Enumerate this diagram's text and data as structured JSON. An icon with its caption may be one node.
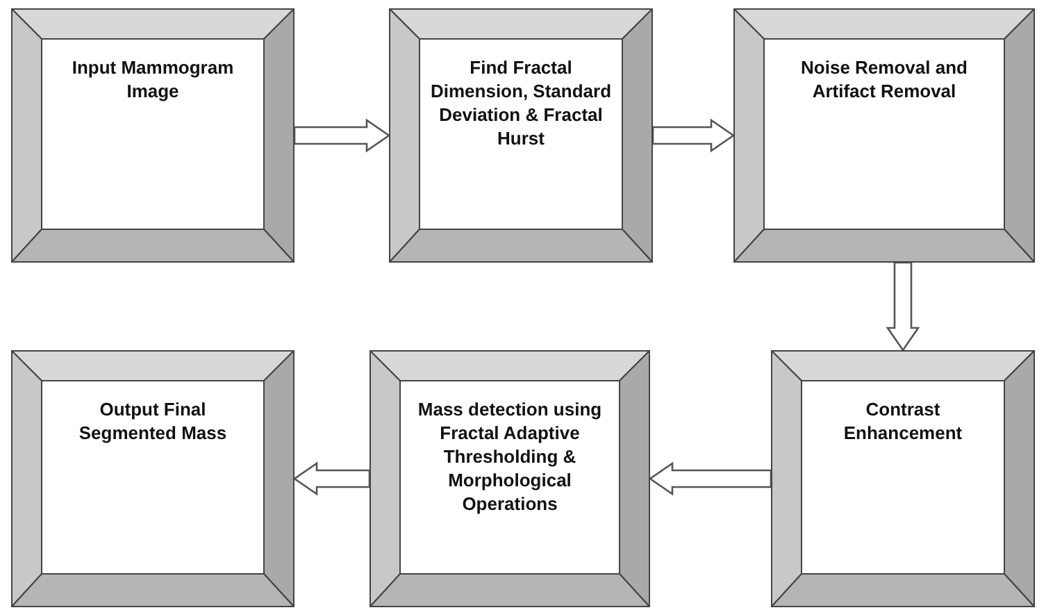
{
  "diagram": {
    "nodes": [
      {
        "text": [
          "Input Mammogram Image"
        ]
      },
      {
        "text": [
          "Find Fractal Dimension, Standard Deviation & Fractal Hurst"
        ]
      },
      {
        "text": [
          "Noise Removal and Artifact Removal"
        ]
      },
      {
        "text": [
          "Output Final Segmented Mass"
        ]
      },
      {
        "text": [
          "Mass detection using Fractal Adaptive Thresholding & Morphological Operations"
        ]
      },
      {
        "text": [
          "Contrast Enhancement"
        ]
      }
    ],
    "edges": [
      {
        "from": 0,
        "to": 1,
        "arrow": "to"
      },
      {
        "from": 1,
        "to": 2,
        "arrow": "to"
      },
      {
        "from": 2,
        "to": 5,
        "arrow": "to"
      },
      {
        "from": 5,
        "to": 4,
        "arrow": "to"
      },
      {
        "from": 4,
        "to": 3,
        "arrow": "to"
      }
    ]
  }
}
